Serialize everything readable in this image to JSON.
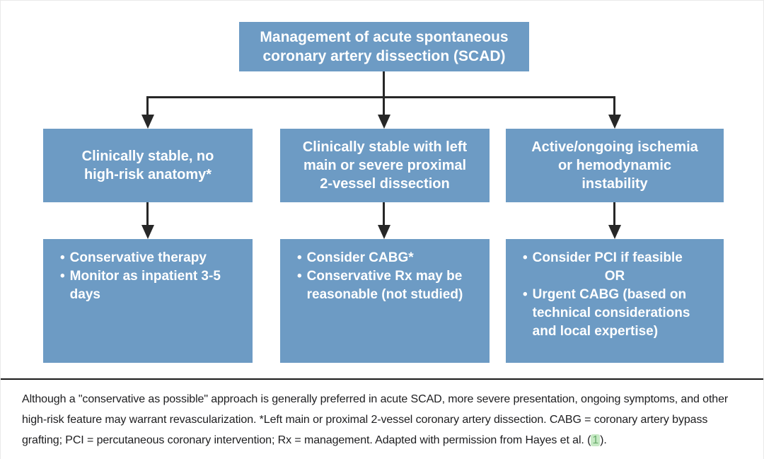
{
  "colors": {
    "box_fill": "#6d9bc4",
    "box_text": "#ffffff",
    "connector": "#272727",
    "divider": "#1a1a1a",
    "caption_text": "#1d1d1f",
    "ref_bg": "#c6e9c4",
    "ref_color": "#69aa6b",
    "frame_border": "#e9e9e9"
  },
  "bullet_glyph": "•",
  "flowchart": {
    "root": {
      "lines": [
        "Management of acute spontaneous",
        "coronary artery dissection (SCAD)"
      ]
    },
    "branches": [
      {
        "lines": [
          "Clinically stable, no",
          "high-risk anatomy*"
        ]
      },
      {
        "lines": [
          "Clinically stable with left",
          "main or severe proximal",
          "2-vessel dissection"
        ]
      },
      {
        "lines": [
          "Active/ongoing ischemia",
          "or hemodynamic",
          "instability"
        ]
      }
    ],
    "outcomes": [
      {
        "bullets": [
          "Conservative therapy",
          "Monitor as inpatient 3-5 days"
        ]
      },
      {
        "bullets": [
          "Consider CABG*",
          "Conservative Rx may be reasonable (not studied)"
        ]
      },
      {
        "bullets_before_or": [
          "Consider PCI if feasible"
        ],
        "or_label": "OR",
        "bullets_after_or": [
          "Urgent CABG (based on technical considerations and local expertise)"
        ]
      }
    ]
  },
  "caption": {
    "lines": [
      "Although a \"conservative as possible\" approach is generally preferred in acute SCAD, more severe presentation, ongoing symptoms, and other",
      "high-risk feature may warrant revascularization. *Left main or proximal 2-vessel coronary artery dissection. CABG = coronary artery bypass"
    ],
    "line3_before_ref": "grafting; PCI = percutaneous coronary intervention; Rx = management. Adapted with permission from Hayes et al. (",
    "reference": "1",
    "line3_after_ref": ")."
  }
}
